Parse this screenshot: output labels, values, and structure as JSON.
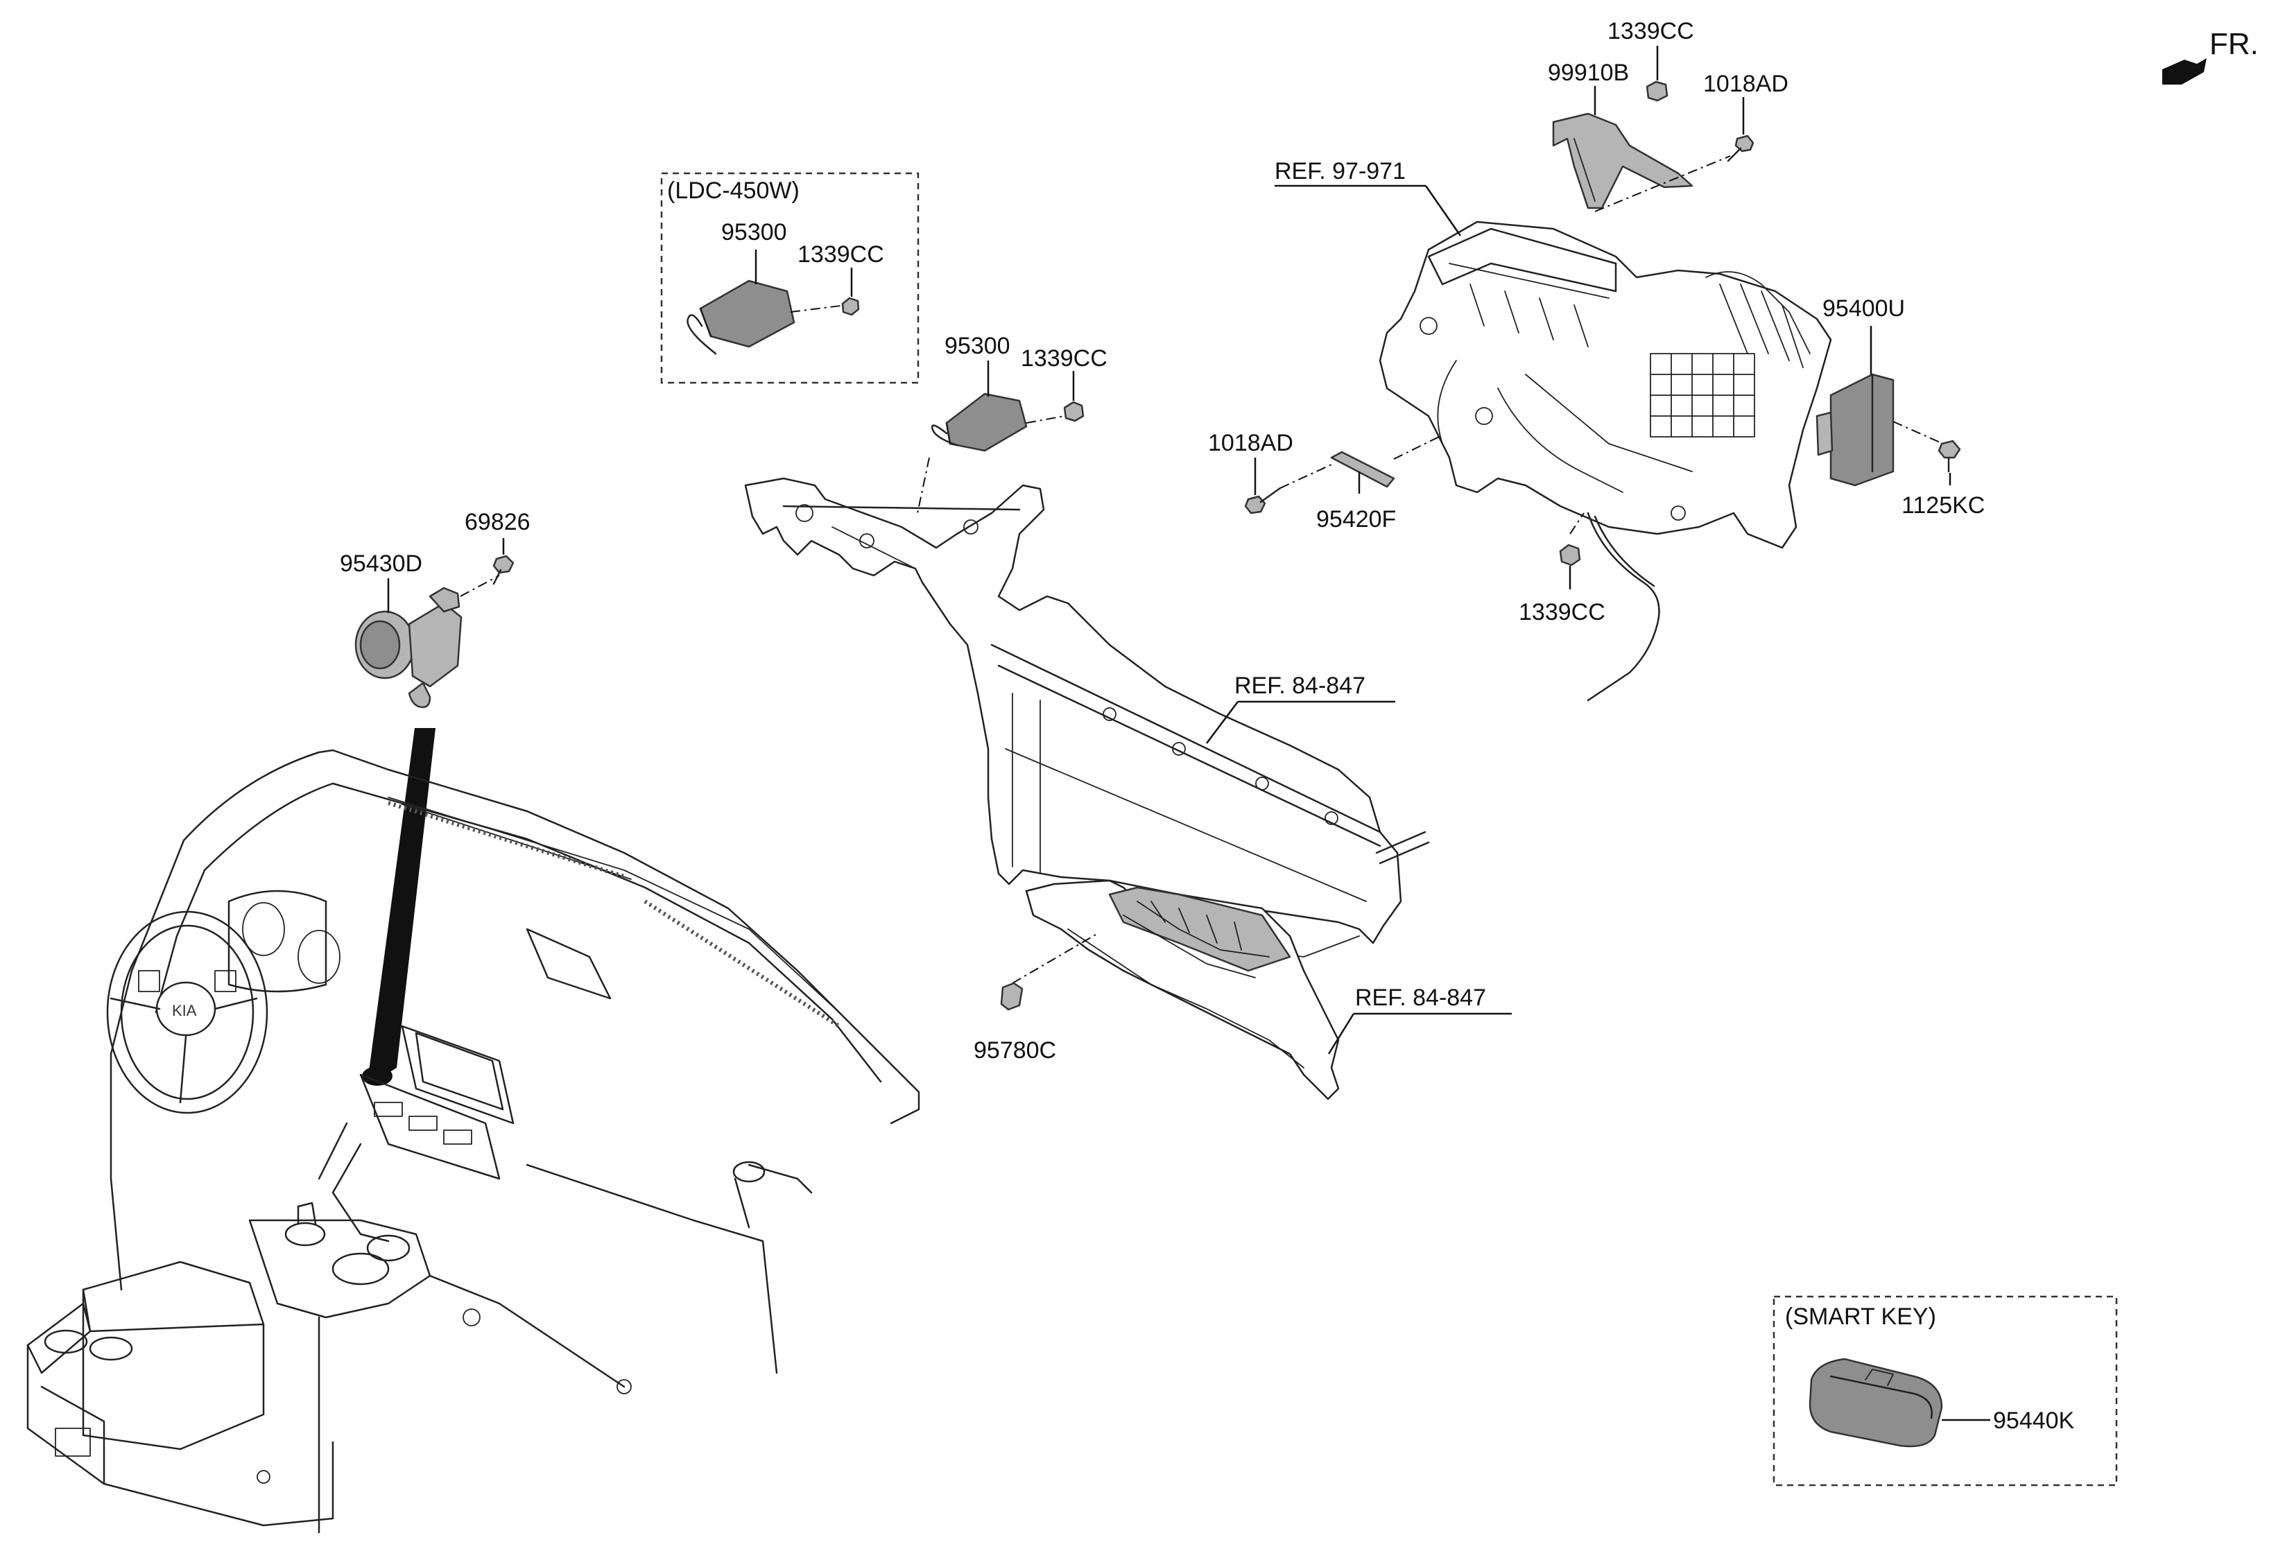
{
  "direction_label": "FR.",
  "groups": {
    "ldc": "(LDC-450W)",
    "smart_key": "(SMART KEY)"
  },
  "callouts": {
    "c_1339cc_top": "1339CC",
    "c_99910b": "99910B",
    "c_1018ad_top": "1018AD",
    "c_ref_97_971": "REF. 97-971",
    "c_95400u": "95400U",
    "c_1018ad_left": "1018AD",
    "c_95420f": "95420F",
    "c_1125kc": "1125KC",
    "c_1339cc_bottom": "1339CC",
    "c_95300_box": "95300",
    "c_1339cc_box": "1339CC",
    "c_95300_mid": "95300",
    "c_1339cc_mid": "1339CC",
    "c_69826": "69826",
    "c_95430d": "95430D",
    "c_ref_84_847_upper": "REF. 84-847",
    "c_ref_84_847_lower": "REF. 84-847",
    "c_95780c": "95780C",
    "c_95440k": "95440K"
  },
  "colors": {
    "line": "#222222",
    "part_fill": "#8e8e8e",
    "background": "#ffffff"
  }
}
